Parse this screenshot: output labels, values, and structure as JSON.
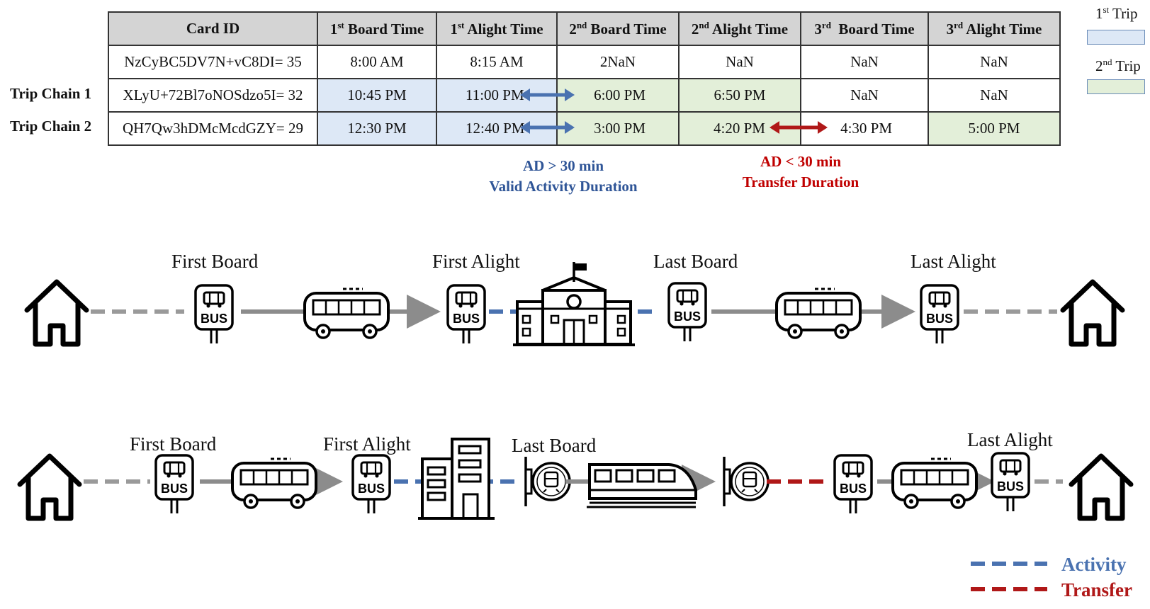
{
  "table": {
    "headers": [
      {
        "pre": "Card ID",
        "sup": "",
        "post": ""
      },
      {
        "pre": "1",
        "sup": "st",
        "post": " Board Time"
      },
      {
        "pre": "1",
        "sup": "st",
        "post": " Alight Time"
      },
      {
        "pre": "2",
        "sup": "nd",
        "post": " Board Time"
      },
      {
        "pre": "2",
        "sup": "nd",
        "post": " Alight Time"
      },
      {
        "pre": "3",
        "sup": "rd",
        "post": "  Board Time"
      },
      {
        "pre": "3",
        "sup": "rd",
        "post": " Alight Time"
      }
    ],
    "rows": [
      {
        "label": "",
        "cells": [
          "NzCyBC5DV7N+vC8DI= 35",
          "8:00 AM",
          "8:15 AM",
          "2NaN",
          "NaN",
          "NaN",
          "NaN"
        ]
      },
      {
        "label": "Trip Chain 1",
        "cells": [
          "XLyU+72Bl7oNOSdzo5I= 32",
          "10:45 PM",
          "11:00 PM",
          "6:00 PM",
          "6:50 PM",
          "NaN",
          "NaN"
        ]
      },
      {
        "label": "Trip Chain 2",
        "cells": [
          "QH7Qw3hDMcMcdGZY= 29",
          "12:30 PM",
          "12:40 PM",
          "3:00 PM",
          "4:20 PM",
          "4:30 PM",
          "5:00 PM"
        ]
      }
    ]
  },
  "legend": {
    "first": {
      "pre": "1",
      "sup": "st",
      "post": " Trip"
    },
    "second": {
      "pre": "2",
      "sup": "nd",
      "post": " Trip"
    },
    "first_color": "#dde8f6",
    "second_color": "#e3efd9"
  },
  "notes": {
    "activity_line1": "AD > 30 min",
    "activity_line2": "Valid Activity Duration",
    "transfer_line1": "AD < 30 min",
    "transfer_line2": "Transfer Duration"
  },
  "diagram1": {
    "first_board": "First Board",
    "first_alight": "First Alight",
    "last_board": "Last Board",
    "last_alight": "Last Alight"
  },
  "diagram2": {
    "first_board": "First Board",
    "first_alight": "First Alight",
    "last_board": "Last Board",
    "last_alight": "Last Alight"
  },
  "bus_sign_text": "BUS",
  "key": {
    "activity": "Activity",
    "transfer": "Transfer"
  },
  "colors": {
    "activity": "#4a72b0",
    "transfer": "#b01818",
    "walk": "#9a9a9a",
    "ride": "#8c8c8c"
  }
}
